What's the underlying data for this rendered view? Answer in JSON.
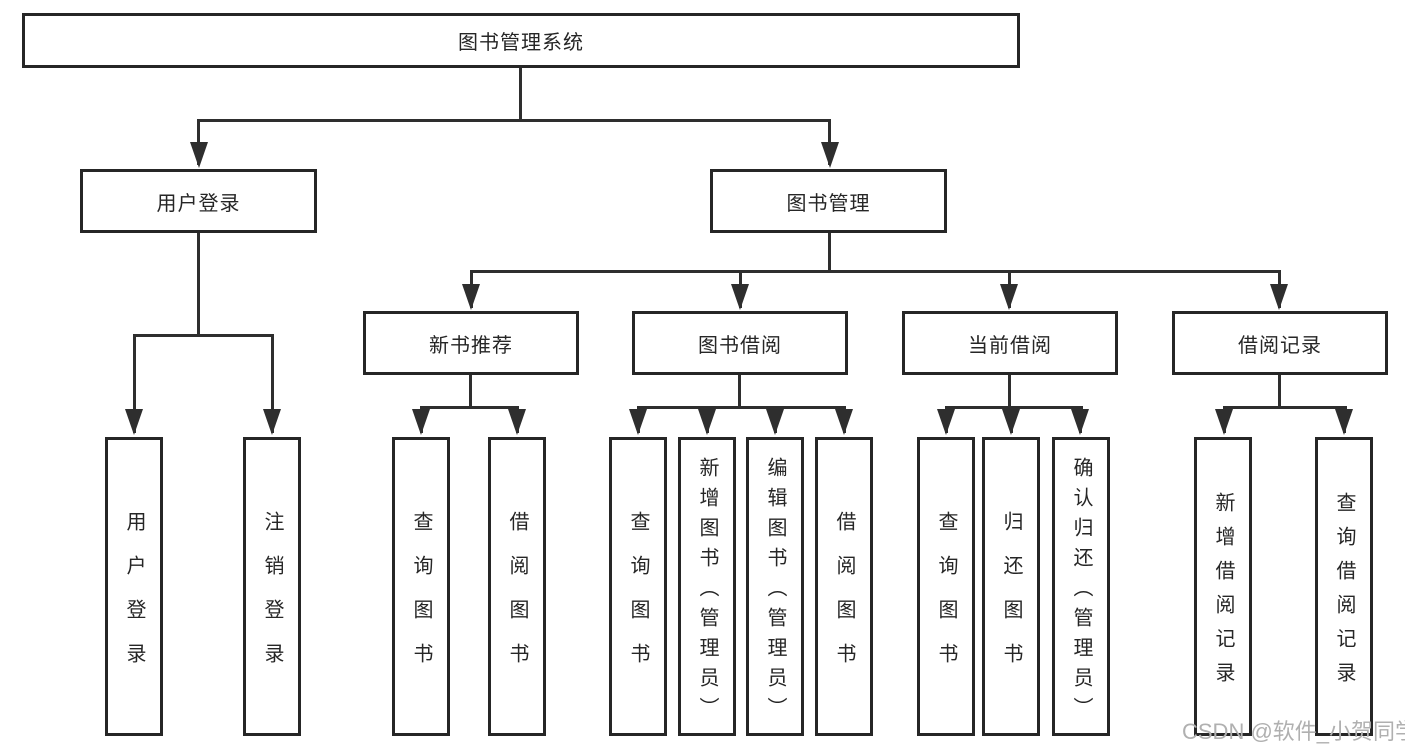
{
  "tree": {
    "root": {
      "label": "图书管理系统",
      "children": [
        {
          "label": "用户登录",
          "children": [
            {
              "label": "用户登录"
            },
            {
              "label": "注销登录"
            }
          ]
        },
        {
          "label": "图书管理",
          "children": [
            {
              "label": "新书推荐",
              "children": [
                {
                  "label": "查询图书"
                },
                {
                  "label": "借阅图书"
                }
              ]
            },
            {
              "label": "图书借阅",
              "children": [
                {
                  "label": "查询图书"
                },
                {
                  "label": "新增图书（管理员）"
                },
                {
                  "label": "编辑图书（管理员）"
                },
                {
                  "label": "借阅图书"
                }
              ]
            },
            {
              "label": "当前借阅",
              "children": [
                {
                  "label": "查询图书"
                },
                {
                  "label": "归还图书"
                },
                {
                  "label": "确认归还（管理员）"
                }
              ]
            },
            {
              "label": "借阅记录",
              "children": [
                {
                  "label": "新增借阅记录"
                },
                {
                  "label": "查询借阅记录"
                }
              ]
            }
          ]
        }
      ]
    }
  },
  "watermark": "CSDN @软件_小贺同学",
  "colors": {
    "line": "#2e2e2e",
    "border": "#262626",
    "text": "#262626",
    "background": "#ffffff",
    "watermark": "#b0b0b0"
  }
}
